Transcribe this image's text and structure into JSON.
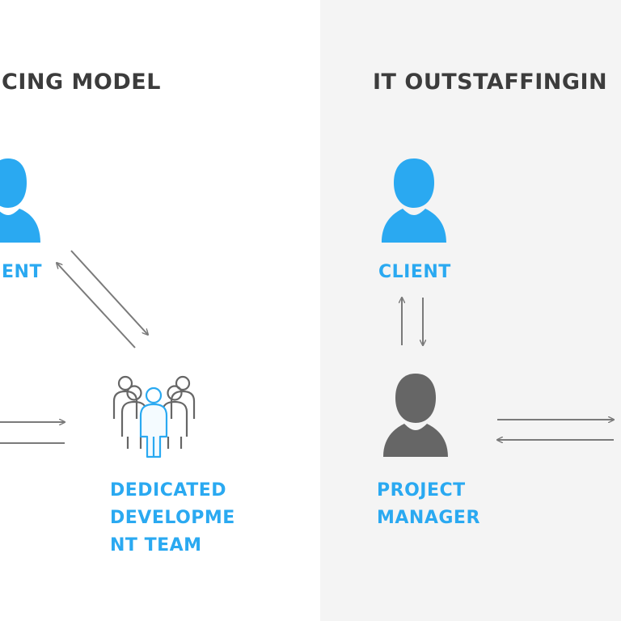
{
  "left_panel": {
    "title": "CING MODEL",
    "client_label": "ENT",
    "team_label_lines": [
      "DEDICATED",
      "DEVELOPME",
      "NT TEAM"
    ]
  },
  "right_panel": {
    "title": "IT OUTSTAFFINGIN",
    "client_label": "CLIENT",
    "manager_label_lines": [
      "PROJECT",
      "MANAGER"
    ]
  },
  "colors": {
    "accent_blue": "#2aa9f1",
    "person_gray": "#666666",
    "arrow_gray": "#7a7a7a",
    "heading_text": "#3c3c3c",
    "right_panel_bg": "#f4f4f4"
  },
  "icons": [
    "client-person-icon",
    "team-group-icon",
    "project-manager-icon"
  ]
}
